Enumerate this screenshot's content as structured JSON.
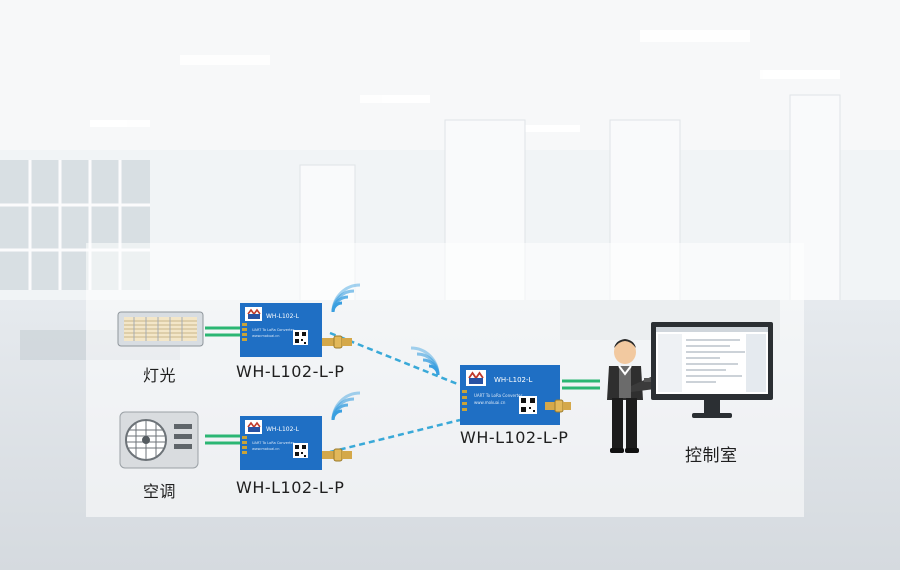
{
  "devices": {
    "light_label": "灯光",
    "ac_label": "空调",
    "control_room_label": "控制室"
  },
  "modules": {
    "top_model": "WH-L102-L-P",
    "bottom_model": "WH-L102-L-P",
    "center_model": "WH-L102-L-P",
    "board_title": "WH-L102-L",
    "board_caption": "UART To LoRa Converter",
    "board_url": "www.mokuai.cn"
  },
  "colors": {
    "board_blue": "#1f6fc4",
    "link_dashed": "#39a9d8",
    "wire_green": "#2bb673",
    "wifi_blue": "#3a9fe0"
  }
}
